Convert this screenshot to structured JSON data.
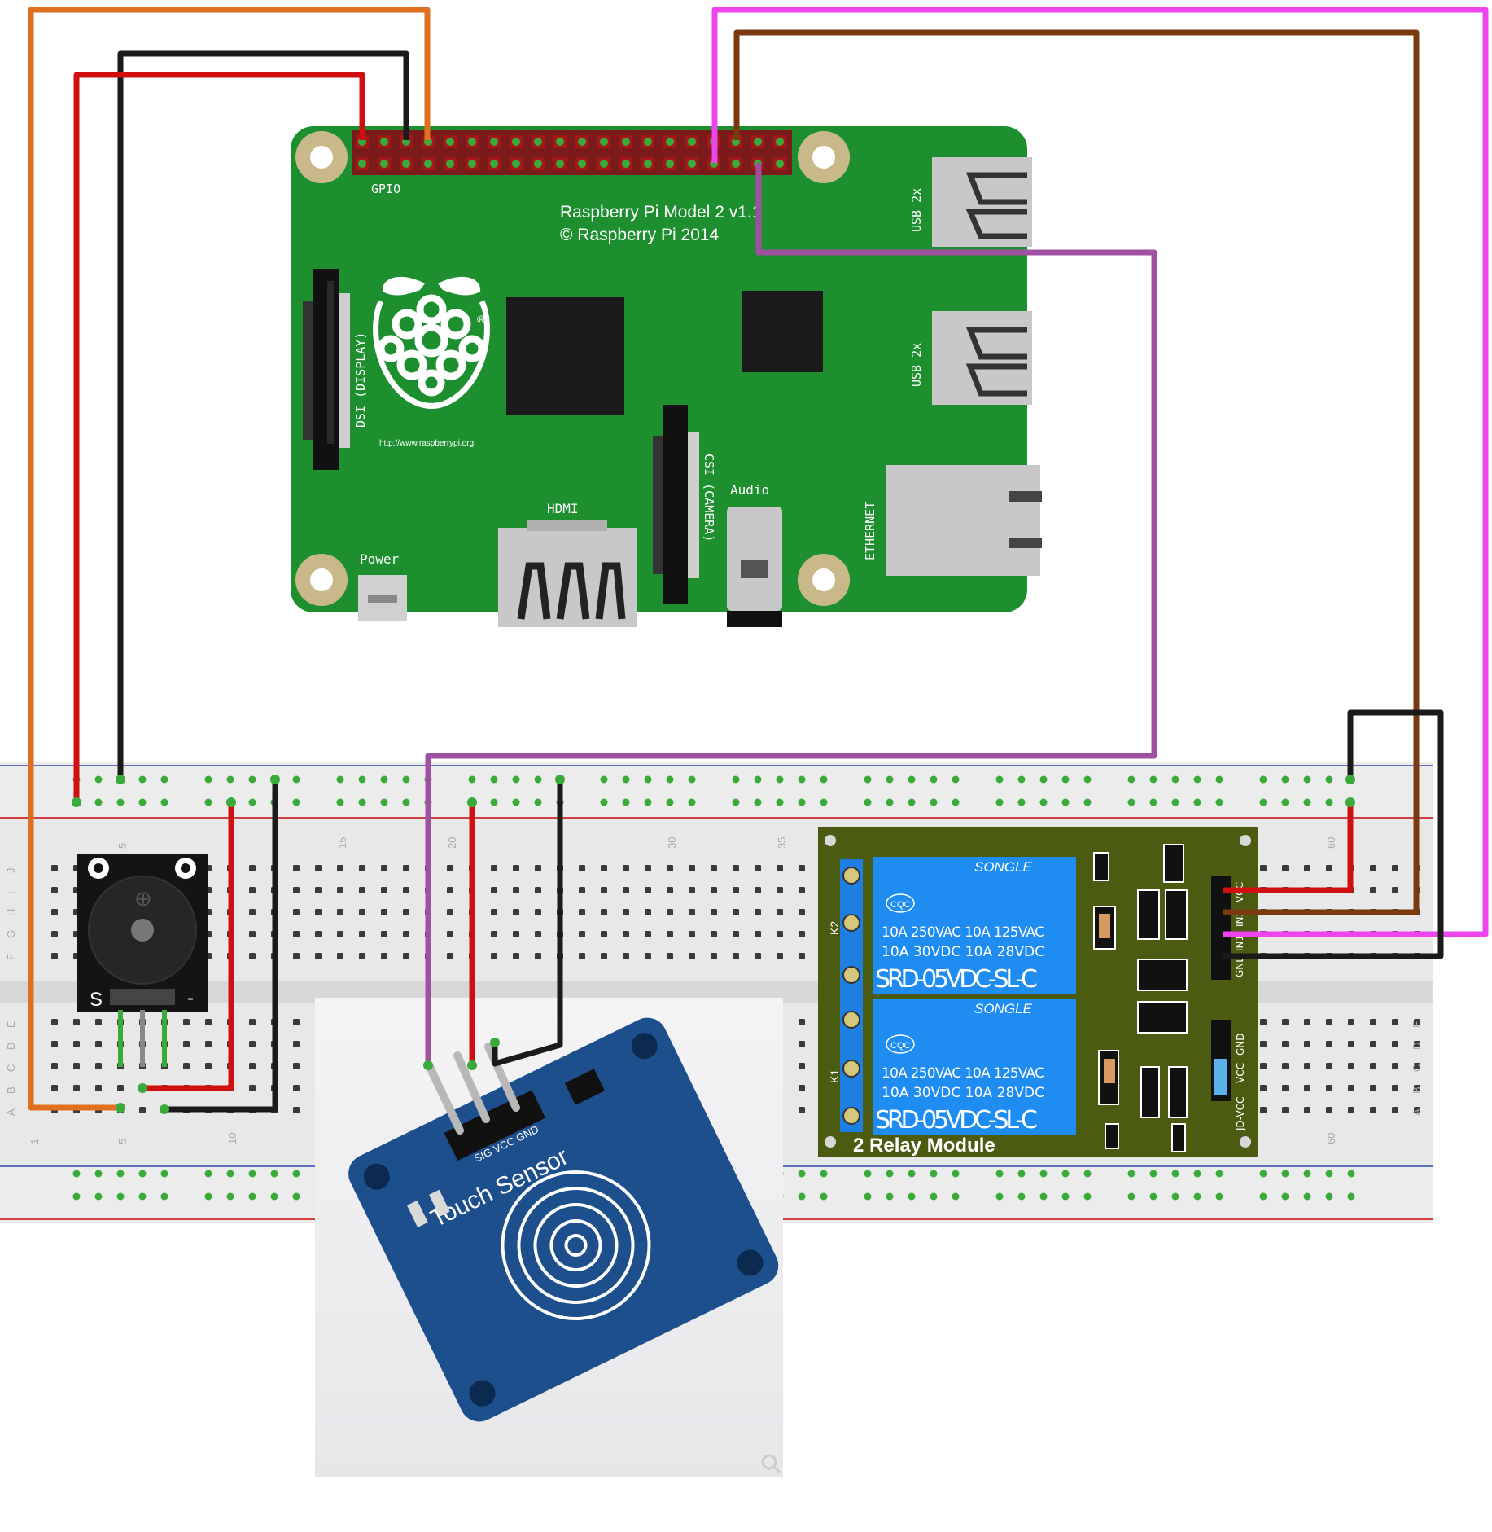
{
  "colors": {
    "board_green": "#1d8f2f",
    "breadboard": "#e9e9e9",
    "relay_board": "#4b5b12",
    "relay_blue": "#1e8cf0",
    "sensor_blue": "#1d4f8c",
    "wire_orange": "#e07020",
    "wire_red": "#d01010",
    "wire_black": "#1a1a1a",
    "wire_magenta": "#ee44ee",
    "wire_brown": "#7a3a10",
    "wire_purple": "#a050a0",
    "wire_green": "#3aaa3a",
    "wire_gray": "#888888"
  },
  "raspberry_pi": {
    "model_line1": "Raspberry Pi Model 2 v1.1",
    "model_line2": "© Raspberry Pi 2014",
    "gpio_label": "GPIO",
    "dsi_label": "DSI (DISPLAY)",
    "csi_label": "CSI (CAMERA)",
    "hdmi_label": "HDMI",
    "audio_label": "Audio",
    "power_label": "Power",
    "ethernet_label": "ETHERNET",
    "usb_top_label": "USB 2x",
    "usb_bottom_label": "USB 2x",
    "url": "http://www.raspberrypi.org",
    "tm": "®",
    "logo_icon": "raspberry-logo-icon"
  },
  "breadboard": {
    "row_letters_left": [
      "J",
      "I",
      "H",
      "G",
      "F"
    ],
    "row_letters_left_lower": [
      "E",
      "D",
      "C",
      "B",
      "A"
    ],
    "row_letters_right_lower": [
      "E",
      "D",
      "C",
      "B",
      "A"
    ],
    "column_numbers_top": [
      "5",
      "15",
      "20",
      "30",
      "35",
      "60"
    ],
    "column_numbers_bottom": [
      "1",
      "5",
      "10",
      "60"
    ]
  },
  "buzzer": {
    "signal_label": "S",
    "minus_label": "-",
    "plus_symbol": "⊕"
  },
  "relay_module": {
    "title": "2 Relay Module",
    "relay_brand": "SONGLE",
    "relay_cert": "CQC",
    "relay_spec_line1": "10A 250VAC  10A 125VAC",
    "relay_spec_line2": "10A  30VDC  10A  28VDC",
    "relay_model": "SRD-05VDC-SL-C",
    "k2_label": "K2",
    "k1_label": "K1",
    "header_labels": [
      "VCC",
      "IN2",
      "IN1",
      "GND"
    ],
    "jumper_labels": [
      "JD-VCC",
      "VCC",
      "GND"
    ]
  },
  "touch_sensor": {
    "title": "Touch Sensor",
    "pin_labels": "SIG VCC GND",
    "zoom_icon": "magnifier-icon"
  }
}
